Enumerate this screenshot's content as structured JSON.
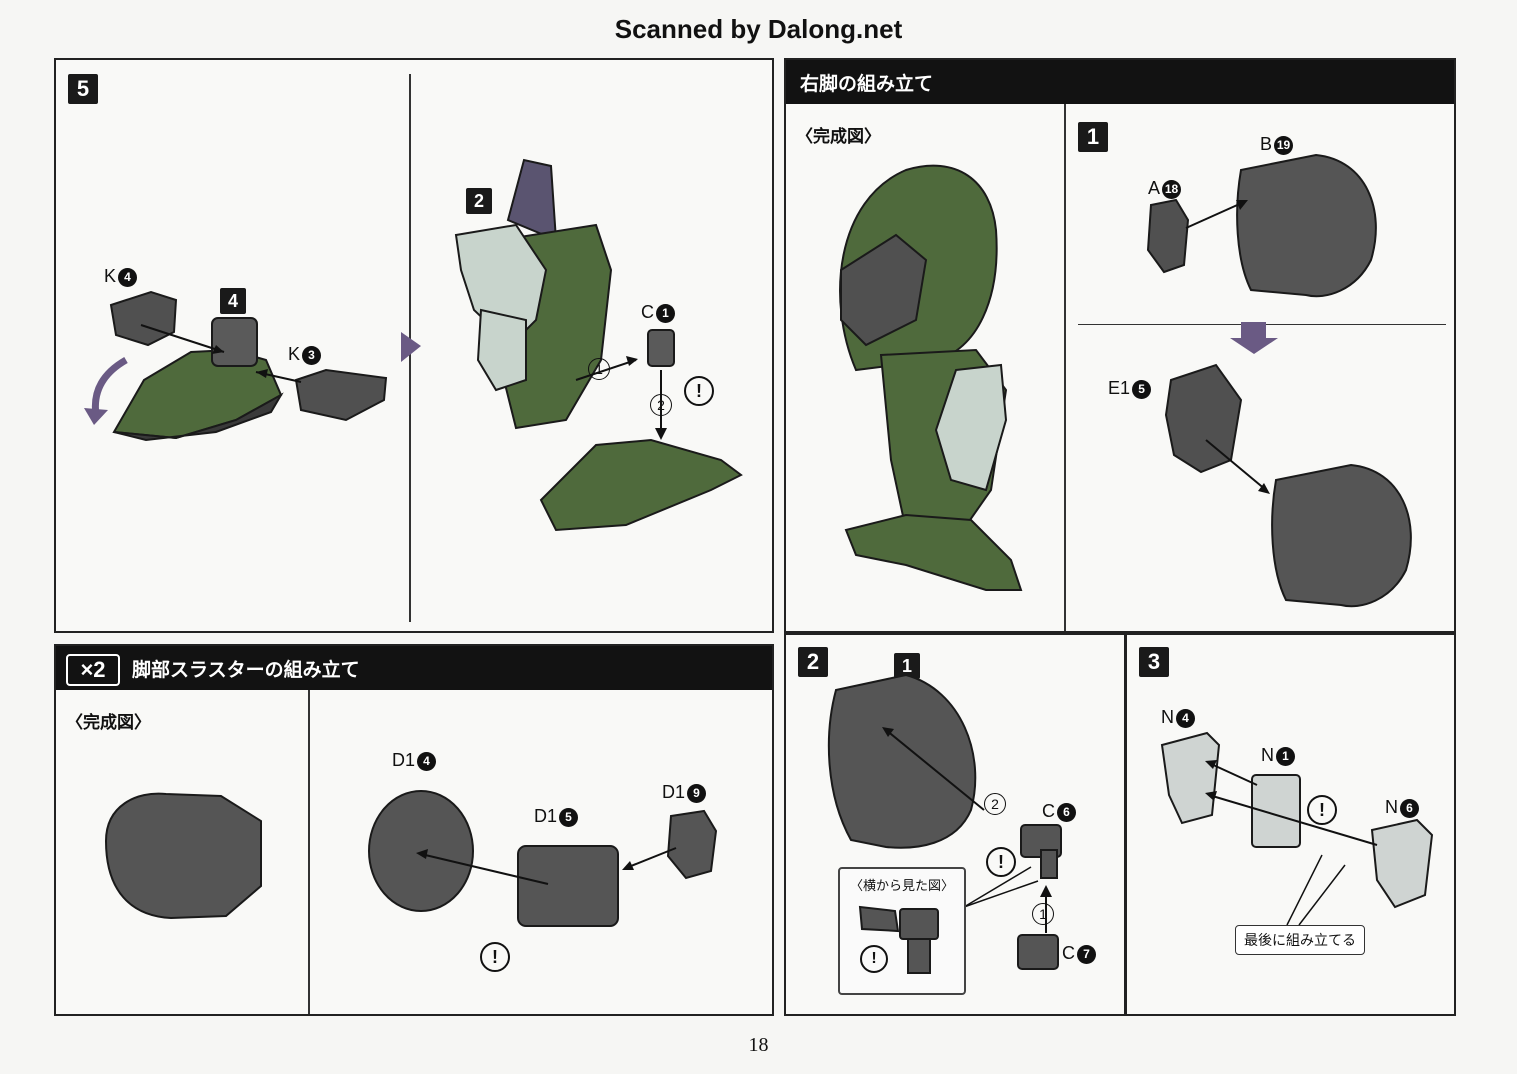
{
  "scan_credit": "Scanned by Dalong.net",
  "page_number": "18",
  "colors": {
    "part_green": "#4f6a3c",
    "part_dark": "#4a4a4a",
    "part_purple": "#5a5470",
    "part_light": "#c8d4cc",
    "header_bg": "#121212",
    "arrow_purple": "#6a5a84"
  },
  "panel_step5": {
    "step": "5",
    "left_labels": {
      "k4": "K",
      "k4_num": "4",
      "box4": "4",
      "k3": "K",
      "k3_num": "3"
    },
    "right_labels": {
      "box2": "2",
      "c1": "C",
      "c1_num": "1",
      "order1": "1",
      "order2": "2",
      "warn": "!"
    }
  },
  "panel_right_leg": {
    "title": "右脚の組み立て",
    "completed": "〈完成図〉",
    "step1": {
      "step": "1",
      "a": "A",
      "a_num": "18",
      "b": "B",
      "b_num": "19",
      "e1": "E1",
      "e1_num": "5"
    }
  },
  "panel_thruster": {
    "x2": "×2",
    "title": "脚部スラスターの組み立て",
    "completed": "〈完成図〉",
    "d1a": "D1",
    "d1a_num": "4",
    "d1b": "D1",
    "d1b_num": "5",
    "d1c": "D1",
    "d1c_num": "9",
    "warn": "!"
  },
  "panel_step2": {
    "step": "2",
    "box1": "1",
    "c6": "C",
    "c6_num": "6",
    "c7": "C",
    "c7_num": "7",
    "order1": "1",
    "order2": "2",
    "side_view": "〈横から見た図〉",
    "warn": "!"
  },
  "panel_step3": {
    "step": "3",
    "n4": "N",
    "n4_num": "4",
    "n1": "N",
    "n1_num": "1",
    "n6": "N",
    "n6_num": "6",
    "note": "最後に組み立てる",
    "warn": "!"
  }
}
